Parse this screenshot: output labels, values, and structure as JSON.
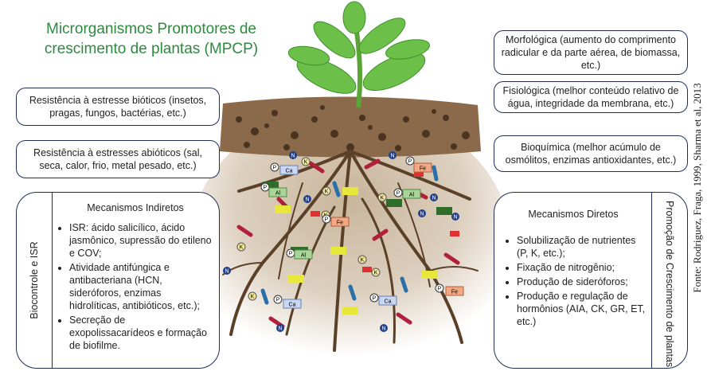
{
  "title": "Microrganismos Promotores de crescimento de plantas (MPCP)",
  "credit": "Fonte: Rodriguez, Fraga, 1999, Sharma et al, 2013",
  "left_boxes": [
    "Resistência à estresse bióticos (insetos, pragas, fungos, bactérias, etc.)",
    "Resistência à estresses abióticos (sal, seca, calor, frio, metal pesado, etc.)"
  ],
  "right_boxes": [
    "Morfológica (aumento do comprimento radicular e da parte aérea,  de biomassa, etc.)",
    "Fisiológica (melhor conteúdo relativo de água, integridade da membrana, etc.)",
    "Bioquímica (melhor acúmulo de osmólitos, enzimas antioxidantes, etc.)"
  ],
  "indirect": {
    "side_label": "Biocontrole e ISR",
    "heading": "Mecanismos Indiretos",
    "items": [
      "ISR: ácido salicílico, ácido jasmônico, supressão do etileno e COV;",
      "Atividade antifúngica e antibacteriana (HCN, sideróforos,  enzimas hidrolíticas, antibióticos, etc.);",
      "Secreção de exopolissacarídeos e formação de biofilme."
    ]
  },
  "direct": {
    "side_label": "Promoção de Crescimento de plantas",
    "heading": "Mecanismos Diretos",
    "items": [
      "Solubilização de nutrientes (P, K, etc.);",
      "Fixação de nitrogênio;",
      "Produção de sideróforos;",
      "Produção e regulação de hormônios (AIA, CK, GR, ET, etc.)"
    ]
  },
  "nutrient_labels": {
    "P": "P",
    "K": "K",
    "N": "N",
    "Ca": "Ca",
    "Al": "Al",
    "Fe": "Fe"
  }
}
